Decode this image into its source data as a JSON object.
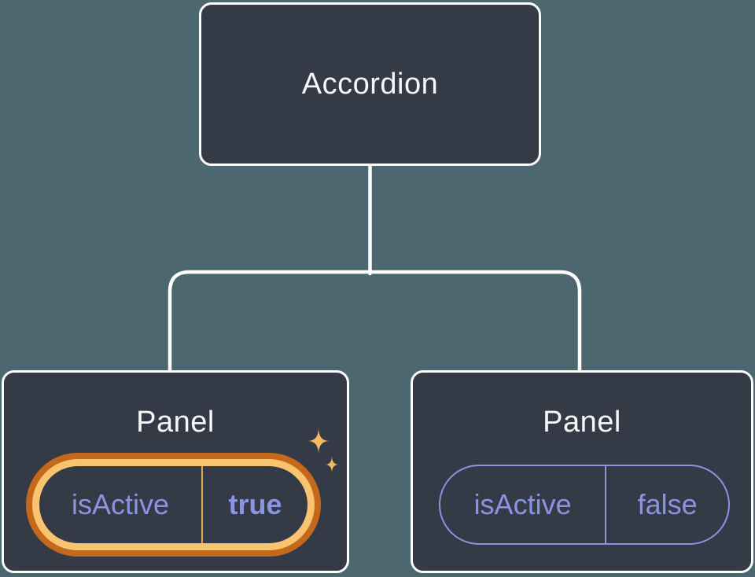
{
  "diagram": {
    "kind": "component-state-tree",
    "root": {
      "label": "Accordion"
    },
    "panels": [
      {
        "title": "Panel",
        "prop_name": "isActive",
        "prop_value": "true",
        "highlighted": true,
        "sparkles": true
      },
      {
        "title": "Panel",
        "prop_name": "isActive",
        "prop_value": "false",
        "highlighted": false,
        "sparkles": false
      }
    ]
  },
  "icons": [
    {
      "name": "sparkle-icon-large"
    },
    {
      "name": "sparkle-icon-small"
    }
  ],
  "colors": {
    "background": "#4d6770",
    "node_fill": "#343a46",
    "node_border": "#ffffff",
    "connector": "#ffffff",
    "text_primary": "#f6f7f9",
    "accent_purple": "#8a94e2",
    "highlight_dark_orange": "#c4691c",
    "highlight_gold": "#fac36f",
    "highlight_divider": "#e8a849",
    "sparkle_gold": "#f6b963"
  }
}
